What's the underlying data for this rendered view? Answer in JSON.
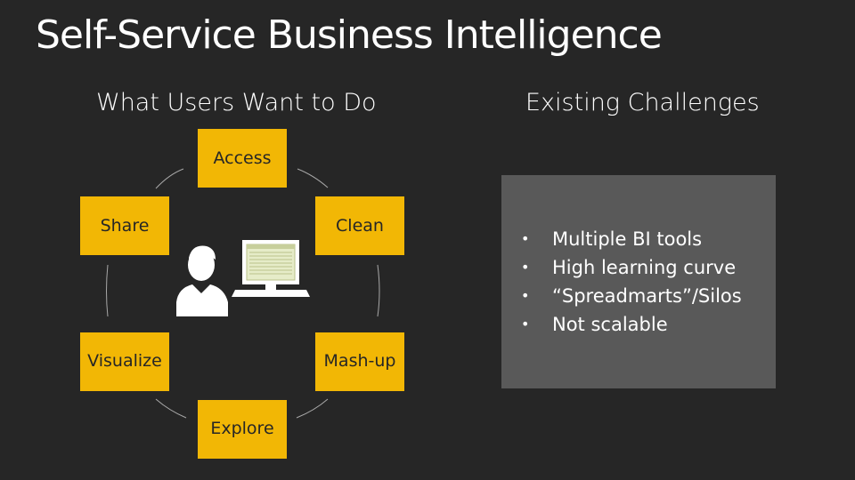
{
  "slide": {
    "title": "Self-Service Business Intelligence",
    "left_heading": "What Users Want to Do",
    "right_heading": "Existing Challenges"
  },
  "cycle": {
    "nodes": [
      {
        "id": "access",
        "label": "Access"
      },
      {
        "id": "share",
        "label": "Share"
      },
      {
        "id": "clean",
        "label": "Clean"
      },
      {
        "id": "visualize",
        "label": "Visualize"
      },
      {
        "id": "mashup",
        "label": "Mash-up"
      },
      {
        "id": "explore",
        "label": "Explore"
      }
    ],
    "node_color": "#f2b705",
    "center_icon": "user-at-computer-icon"
  },
  "challenges": {
    "panel_color": "#595959",
    "bullet": "•",
    "items": [
      "Multiple BI tools",
      "High learning curve",
      "“Spreadmarts”/Silos",
      "Not scalable"
    ]
  }
}
